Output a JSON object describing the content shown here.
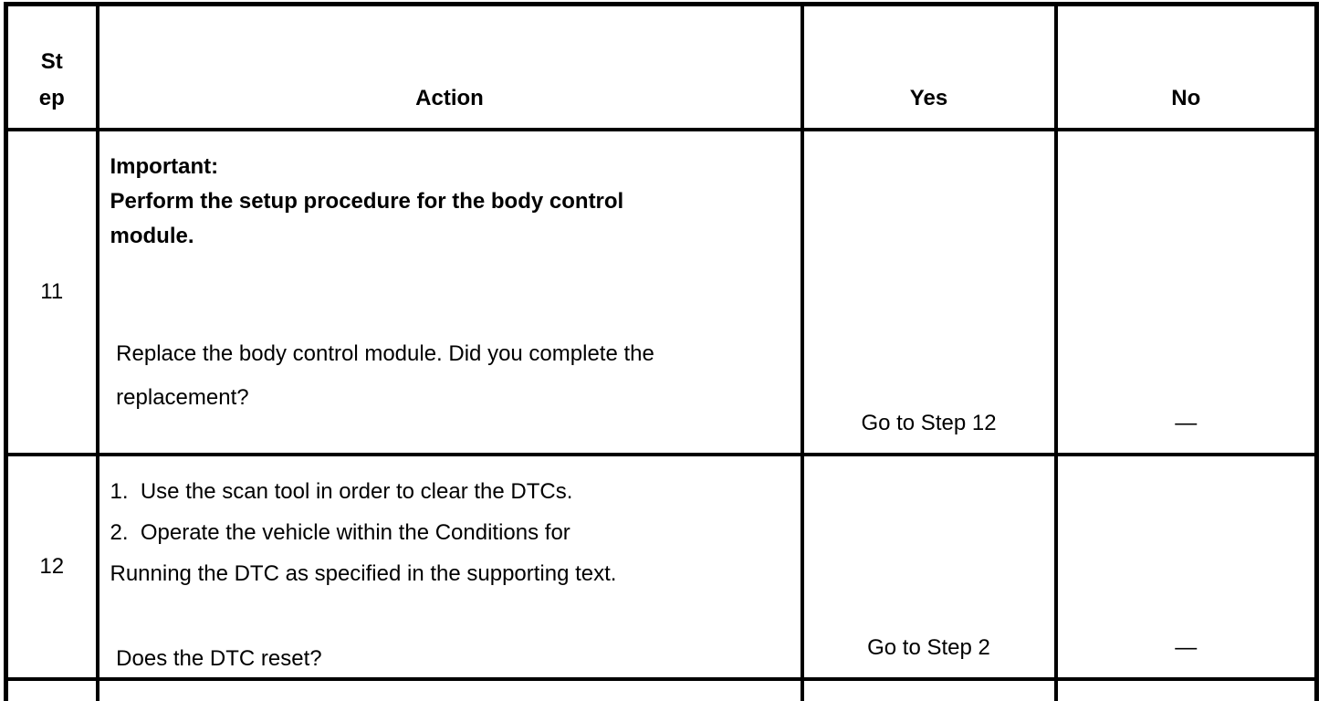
{
  "table": {
    "headers": {
      "step": "St\nep",
      "action": "Action",
      "yes": "Yes",
      "no": "No"
    },
    "rows": [
      {
        "step": "11",
        "important_block": "Important:\nPerform the setup procedure for the body control\nmodule.",
        "question": " Replace the body control module. Did you complete the\n replacement?",
        "yes": "Go to Step 12",
        "no": "—"
      },
      {
        "step": "12",
        "action_list": "1.  Use the scan tool in order to clear the DTCs.\n2.  Operate the vehicle within the Conditions for\nRunning the DTC as specified in the supporting text.",
        "question": " Does the DTC reset?",
        "yes": "Go to Step 2",
        "no": "—"
      }
    ]
  }
}
